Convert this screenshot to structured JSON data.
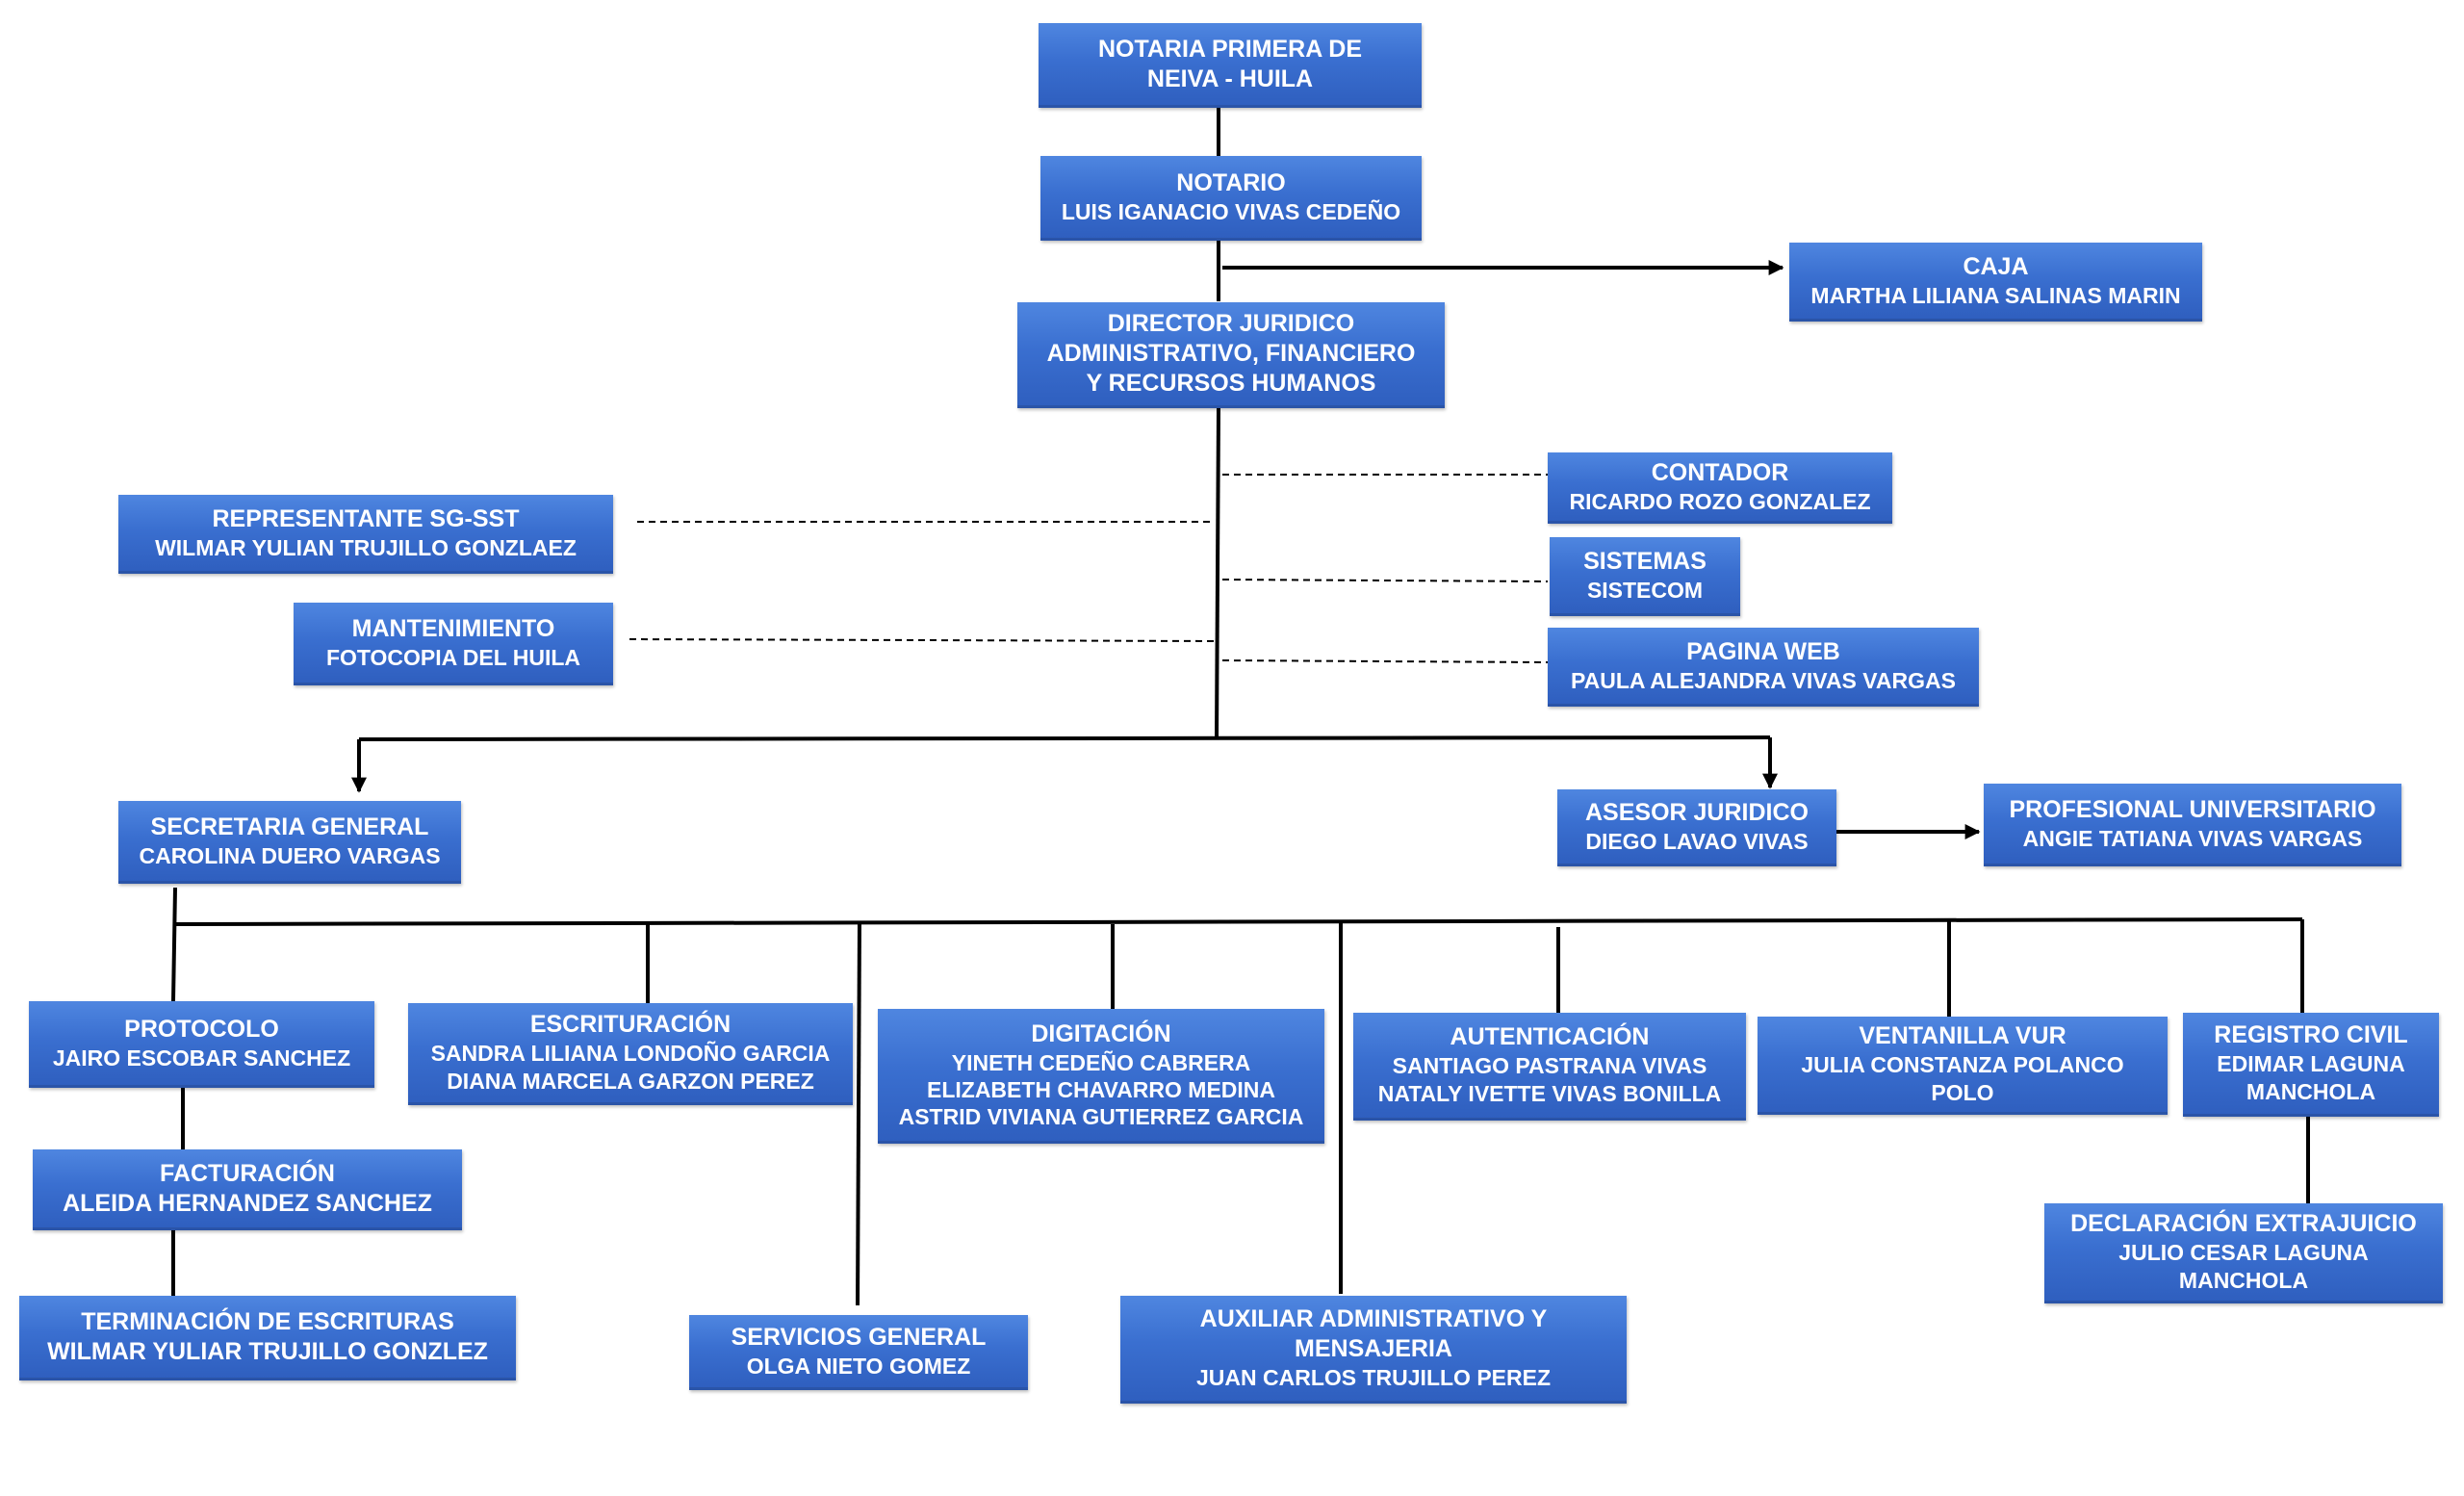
{
  "colors": {
    "box": "#3a6fd0",
    "line": "#000000",
    "text": "#ffffff"
  },
  "nodes": {
    "notaria": {
      "title": "NOTARIA PRIMERA DE",
      "subtitle": "NEIVA - HUILA"
    },
    "notario": {
      "title": "NOTARIO",
      "person": "LUIS IGANACIO VIVAS CEDEÑO"
    },
    "caja": {
      "title": "CAJA",
      "person": "MARTHA LILIANA SALINAS MARIN"
    },
    "director": {
      "line1": "DIRECTOR JURIDICO",
      "line2": "ADMINISTRATIVO, FINANCIERO",
      "line3": "Y RECURSOS HUMANOS"
    },
    "contador": {
      "title": "CONTADOR",
      "person": "RICARDO ROZO GONZALEZ"
    },
    "sistemas": {
      "title": "SISTEMAS",
      "person": "SISTECOM"
    },
    "pagina_web": {
      "title": "PAGINA WEB",
      "person": "PAULA ALEJANDRA VIVAS VARGAS"
    },
    "representante": {
      "title": "REPRESENTANTE SG-SST",
      "person": "WILMAR YULIAN TRUJILLO GONZLAEZ"
    },
    "mantenimiento": {
      "title": "MANTENIMIENTO",
      "person": "FOTOCOPIA DEL HUILA"
    },
    "secretaria": {
      "title": "SECRETARIA GENERAL",
      "person": "CAROLINA DUERO VARGAS"
    },
    "asesor": {
      "title": "ASESOR JURIDICO",
      "person": "DIEGO LAVAO VIVAS"
    },
    "profesional": {
      "title": "PROFESIONAL UNIVERSITARIO",
      "person": "ANGIE TATIANA VIVAS VARGAS"
    },
    "protocolo": {
      "title": "PROTOCOLO",
      "person": "JAIRO ESCOBAR SANCHEZ"
    },
    "facturacion": {
      "title": "FACTURACIÓN",
      "person": "ALEIDA HERNANDEZ SANCHEZ"
    },
    "terminacion": {
      "title": "TERMINACIÓN DE ESCRITURAS",
      "person": "WILMAR YULIAR TRUJILLO GONZLEZ"
    },
    "escrituracion": {
      "title": "ESCRITURACIÓN",
      "person1": "SANDRA LILIANA LONDOÑO GARCIA",
      "person2": "DIANA MARCELA GARZON PEREZ"
    },
    "digitacion": {
      "title": "DIGITACIÓN",
      "person1": "YINETH CEDEÑO CABRERA",
      "person2": "ELIZABETH CHAVARRO MEDINA",
      "person3": "ASTRID VIVIANA GUTIERREZ GARCIA"
    },
    "autenticacion": {
      "title": "AUTENTICACIÓN",
      "person1": "SANTIAGO PASTRANA VIVAS",
      "person2": "NATALY IVETTE VIVAS BONILLA"
    },
    "ventanilla": {
      "title": "VENTANILLA VUR",
      "person1": "JULIA CONSTANZA POLANCO",
      "person2": "POLO"
    },
    "registro": {
      "title": "REGISTRO CIVIL",
      "person1": "EDIMAR LAGUNA",
      "person2": "MANCHOLA"
    },
    "declaracion": {
      "title": "DECLARACIÓN EXTRAJUICIO",
      "person1": "JULIO CESAR LAGUNA",
      "person2": "MANCHOLA"
    },
    "servicios": {
      "title": "SERVICIOS GENERAL",
      "person": "OLGA NIETO GOMEZ"
    },
    "auxiliar": {
      "title1": "AUXILIAR ADMINISTRATIVO Y",
      "title2": "MENSAJERIA",
      "person": "JUAN CARLOS TRUJILLO PEREZ"
    }
  }
}
